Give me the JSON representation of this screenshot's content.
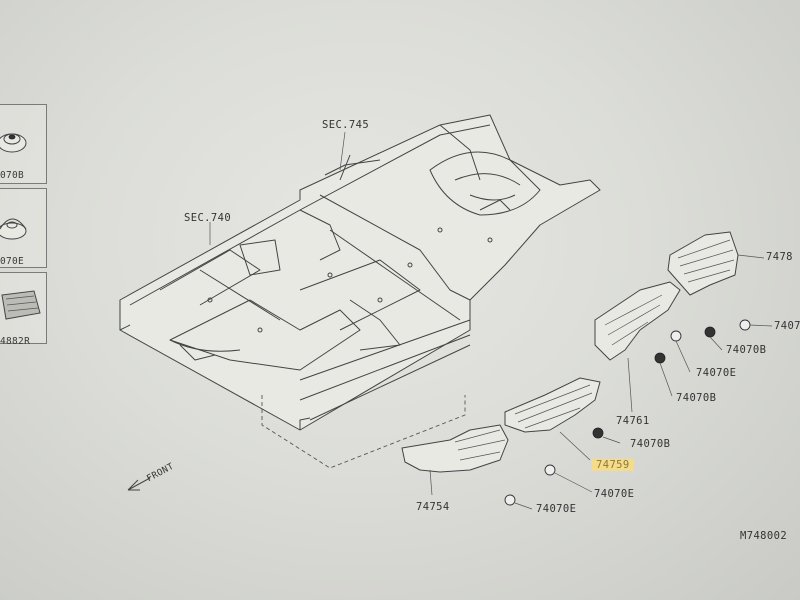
{
  "sidebar": {
    "items": [
      {
        "label": "070B"
      },
      {
        "label": "070E"
      },
      {
        "label": "4882R"
      }
    ]
  },
  "labels": {
    "sec745": "SEC.745",
    "sec740": "SEC.740",
    "p74781": "7478",
    "p74070_top": "7407",
    "p74070b_a": "74070B",
    "p74070e_a": "74070E",
    "p74070b_b": "74070B",
    "p74761": "74761",
    "p74070b_c": "74070B",
    "p74759": "74759",
    "p74070e_b": "74070E",
    "p74754": "74754",
    "p74070e_c": "74070E",
    "front": "FRONT",
    "diagram_code": "M748002"
  }
}
